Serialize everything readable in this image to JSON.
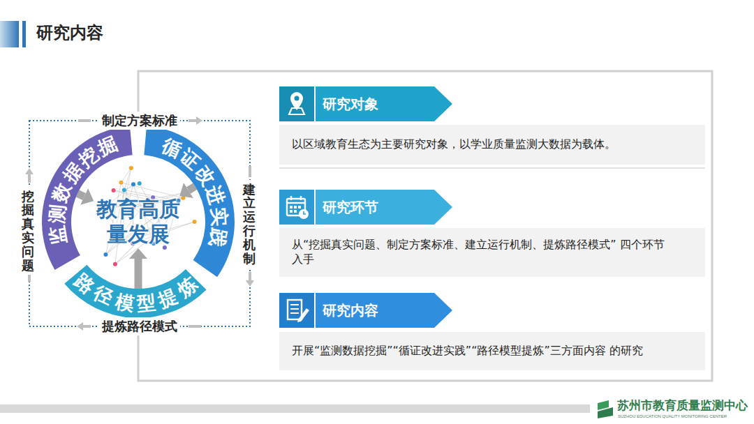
{
  "diagram": {
    "title": "研究内容",
    "nodes": [
      {
        "text": [
          "教育高质量发展"
        ]
      },
      {
        "text": [
          "监测数据挖掘"
        ]
      },
      {
        "text": [
          "循证改进实践"
        ]
      },
      {
        "text": [
          "路径模型提炼"
        ]
      },
      {
        "text": [
          "研究对象"
        ]
      },
      {
        "text": [
          "以区域教育生态为主要研究对象，以学业质量监测大数据为载体。"
        ]
      },
      {
        "text": [
          "研究环节"
        ]
      },
      {
        "text": [
          "从“挖掘真实问题、制定方案标准、建立运行机制、提炼路径模式” 四个环节入手"
        ]
      },
      {
        "text": [
          "研究内容"
        ]
      },
      {
        "text": [
          "开展“监测数据挖掘”“循证改进实践”“路径模型提炼”三方面内容 的研究"
        ]
      }
    ],
    "edges": [
      {
        "from": 1,
        "to": 0,
        "arrow": "to"
      },
      {
        "from": 2,
        "to": 0,
        "arrow": "to"
      },
      {
        "from": 3,
        "to": 0,
        "arrow": "to"
      }
    ],
    "labels": [
      "制定方案标准",
      "挖掘真实问题",
      "建立运行机制",
      "提炼路径模式",
      "苏州市教育质量监测中心",
      "SUZHOU EDUCATION QUALITY MONITORING CENTER"
    ]
  }
}
